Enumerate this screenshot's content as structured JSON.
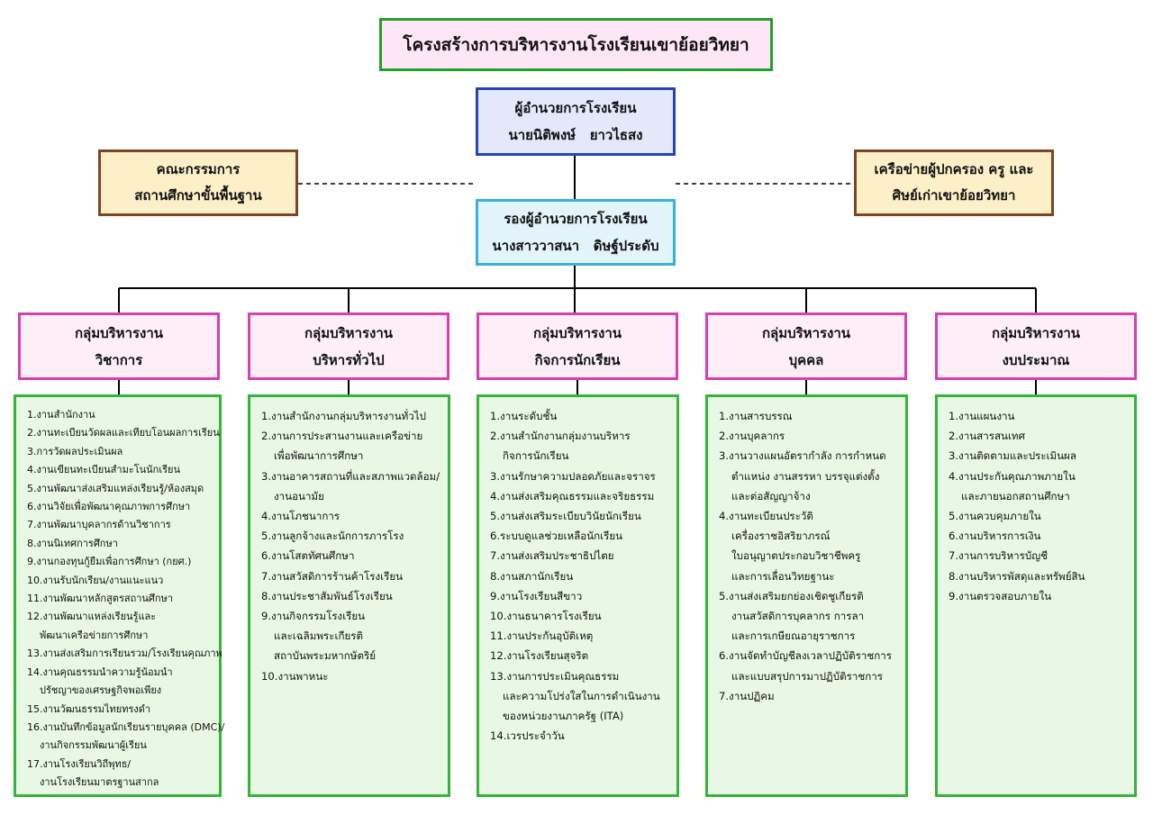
{
  "title": "โครงสร้างการบริหารงานโรงเรียนเขาย้อยวิทยา",
  "director": {
    "role": "ผู้อำนวยการโรงเรียน",
    "name": "นายนิติพงษ์   ยาวไธสง"
  },
  "deputy": {
    "role": "รองผู้อำนวยการโรงเรียน",
    "name": "นางสาววาสนา   ดิษฐ์ประดับ"
  },
  "board": {
    "line1": "คณะกรรมการ",
    "line2": "สถานศึกษาขั้นพื้นฐาน"
  },
  "network": {
    "line1": "เครือข่ายผู้ปกครอง ครู และ",
    "line2": "ศิษย์เก่าเขาย้อยวิทยา"
  },
  "colors": {
    "title_border": "#22a02a",
    "title_bg": "#fde7f6",
    "director_border": "#2444b8",
    "director_bg": "#e5e8fb",
    "deputy_border": "#39b1e0",
    "deputy_bg": "#e3f4fb",
    "side_border": "#7a4621",
    "side_bg": "#fdf0c9",
    "group_border": "#d441b2",
    "group_bg": "#fdeef8",
    "task_border": "#35b43a",
    "task_bg": "#e8f8e4"
  },
  "groups": [
    {
      "line1": "กลุ่มบริหารงาน",
      "line2": "วิชาการ",
      "tasks": [
        [
          "1.งานสำนักงาน"
        ],
        [
          "2.งานทะเบียนวัดผลและเทียบโอนผลการเรียน"
        ],
        [
          "3.การวัดผลประเมินผล"
        ],
        [
          "4.งานเขียนทะเบียนสำมะโนนักเรียน"
        ],
        [
          "5.งานพัฒนาส่งเสริมแหล่งเรียนรู้/ห้องสมุด"
        ],
        [
          "6.งานวิจัยเพื่อพัฒนาคุณภาพการศึกษา"
        ],
        [
          "7.งานพัฒนาบุคลากรด้านวิชาการ"
        ],
        [
          "8.งานนิเทศการศึกษา"
        ],
        [
          "9.งานกองทุนกู้ยืมเพื่อการศึกษา (กยศ.)"
        ],
        [
          "10.งานรับนักเรียน/งานแนะแนว"
        ],
        [
          "11.งานพัฒนาหลักสูตรสถานศึกษา"
        ],
        [
          "12.งานพัฒนาแหล่งเรียนรู้และ",
          "พัฒนาเครือข่ายการศึกษา"
        ],
        [
          "13.งานส่งเสริมการเรียนรวม/โรงเรียนคุณภาพ"
        ],
        [
          "14.งานคุณธรรมนำความรู้น้อมนำ",
          "ปรัชญาของเศรษฐกิจพอเพียง"
        ],
        [
          "15.งานวัฒนธรรมไทยทรงดำ"
        ],
        [
          "16.งานบันทึกข้อมูลนักเรียนรายบุคคล (DMC)/",
          "งานกิจกรรมพัฒนาผู้เรียน"
        ],
        [
          "17.งานโรงเรียนวิถีพุทธ/",
          "งานโรงเรียนมาตรฐานสากล"
        ]
      ]
    },
    {
      "line1": "กลุ่มบริหารงาน",
      "line2": "บริหารทั่วไป",
      "tasks": [
        [
          "1.งานสำนักงานกลุ่มบริหารงานทั่วไป"
        ],
        [
          "2.งานการประสานงานและเครือข่าย",
          "เพื่อพัฒนาการศึกษา"
        ],
        [
          "3.งานอาคารสถานที่และสภาพแวดล้อม/",
          "งานอนามัย"
        ],
        [
          "4.งานโภชนาการ"
        ],
        [
          "5.งานลูกจ้างและนักการภารโรง"
        ],
        [
          "6.งานโสตทัศนศึกษา"
        ],
        [
          "7.งานสวัสดิการร้านค้าโรงเรียน"
        ],
        [
          "8.งานประชาสัมพันธ์โรงเรียน"
        ],
        [
          "9.งานกิจกรรมโรงเรียน",
          "และเฉลิมพระเกียรติ",
          "สถาบันพระมหากษัตริย์"
        ],
        [
          "10.งานพาหนะ"
        ]
      ]
    },
    {
      "line1": "กลุ่มบริหารงาน",
      "line2": "กิจการนักเรียน",
      "tasks": [
        [
          "1.งานระดับชั้น"
        ],
        [
          "2.งานสำนักงานกลุ่มงานบริหาร",
          "กิจการนักเรียน"
        ],
        [
          "3.งานรักษาความปลอดภัยและจราจร"
        ],
        [
          "4.งานส่งเสริมคุณธรรมและจริยธรรม"
        ],
        [
          "5.งานส่งเสริมระเบียบวินัยนักเรียน"
        ],
        [
          "6.ระบบดูแลช่วยเหลือนักเรียน"
        ],
        [
          "7.งานส่งเสริมประชาธิปไตย"
        ],
        [
          "8.งานสภานักเรียน"
        ],
        [
          "9.งานโรงเรียนสีขาว"
        ],
        [
          "10.งานธนาคารโรงเรียน"
        ],
        [
          "11.งานประกันอุบัติเหตุ"
        ],
        [
          "12.งานโรงเรียนสุจริต"
        ],
        [
          "13.งานการประเมินคุณธรรม",
          "และความโปร่งใสในการดำเนินงาน",
          "ของหน่วยงานภาครัฐ (ITA)"
        ],
        [
          "14.เวรประจำวัน"
        ]
      ]
    },
    {
      "line1": "กลุ่มบริหารงาน",
      "line2": "บุคคล",
      "tasks": [
        [
          "1.งานสารบรรณ"
        ],
        [
          "2.งานบุคลากร"
        ],
        [
          "3.งานวางแผนอัตรากำลัง การกำหนด",
          "ตำแหน่ง งานสรรหา บรรจุแต่งตั้ง",
          "และต่อสัญญาจ้าง"
        ],
        [
          "4.งานทะเบียนประวัติ",
          "เครื่องราชอิสริยาภรณ์",
          "ใบอนุญาตประกอบวิชาชีพครู",
          "และการเลื่อนวิทยฐานะ"
        ],
        [
          "5.งานส่งเสริมยกย่องเชิดชูเกียรติ",
          "งานสวัสดิการบุคลากร การลา",
          "และการเกษียณอายุราชการ"
        ],
        [
          "6.งานจัดทำบัญชีลงเวลาปฏิบัติราชการ",
          "และแบบสรุปการมาปฏิบัติราชการ"
        ],
        [
          "7.งานปฏิคม"
        ]
      ]
    },
    {
      "line1": "กลุ่มบริหารงาน",
      "line2": "งบประมาณ",
      "tasks": [
        [
          "1.งานแผนงาน"
        ],
        [
          "2.งานสารสนเทศ"
        ],
        [
          "3.งานติดตามและประเมินผล"
        ],
        [
          "4.งานประกันคุณภาพภายใน",
          "และภายนอกสถานศึกษา"
        ],
        [
          "5.งานควบคุมภายใน"
        ],
        [
          "6.งานบริหารการเงิน"
        ],
        [
          "7.งานการบริหารบัญชี"
        ],
        [
          "8.งานบริหารพัสดุและทรัพย์สิน"
        ],
        [
          "9.งานตรวจสอบภายใน"
        ]
      ]
    }
  ]
}
